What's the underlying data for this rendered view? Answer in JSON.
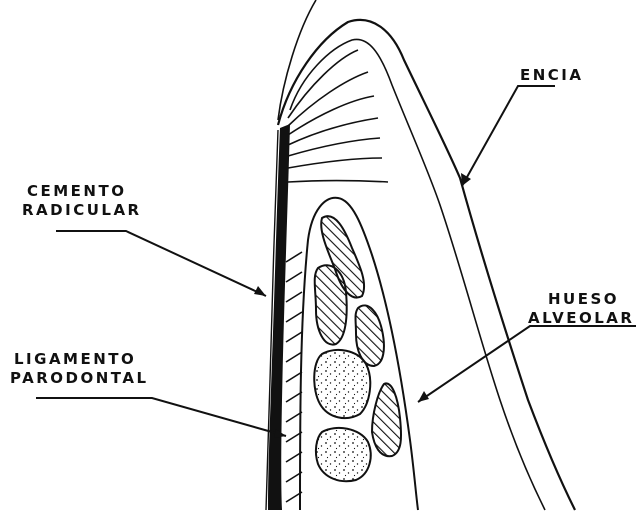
{
  "labels": {
    "encia": "ENCIA",
    "cemento": [
      "CEMENTO",
      "RADICULAR"
    ],
    "ligamento": [
      "LIGAMENTO",
      "PARODONTAL"
    ],
    "hueso": [
      "HUESO",
      "ALVEOLAR"
    ]
  },
  "colors": {
    "ink": "#111111",
    "background": "#ffffff"
  }
}
